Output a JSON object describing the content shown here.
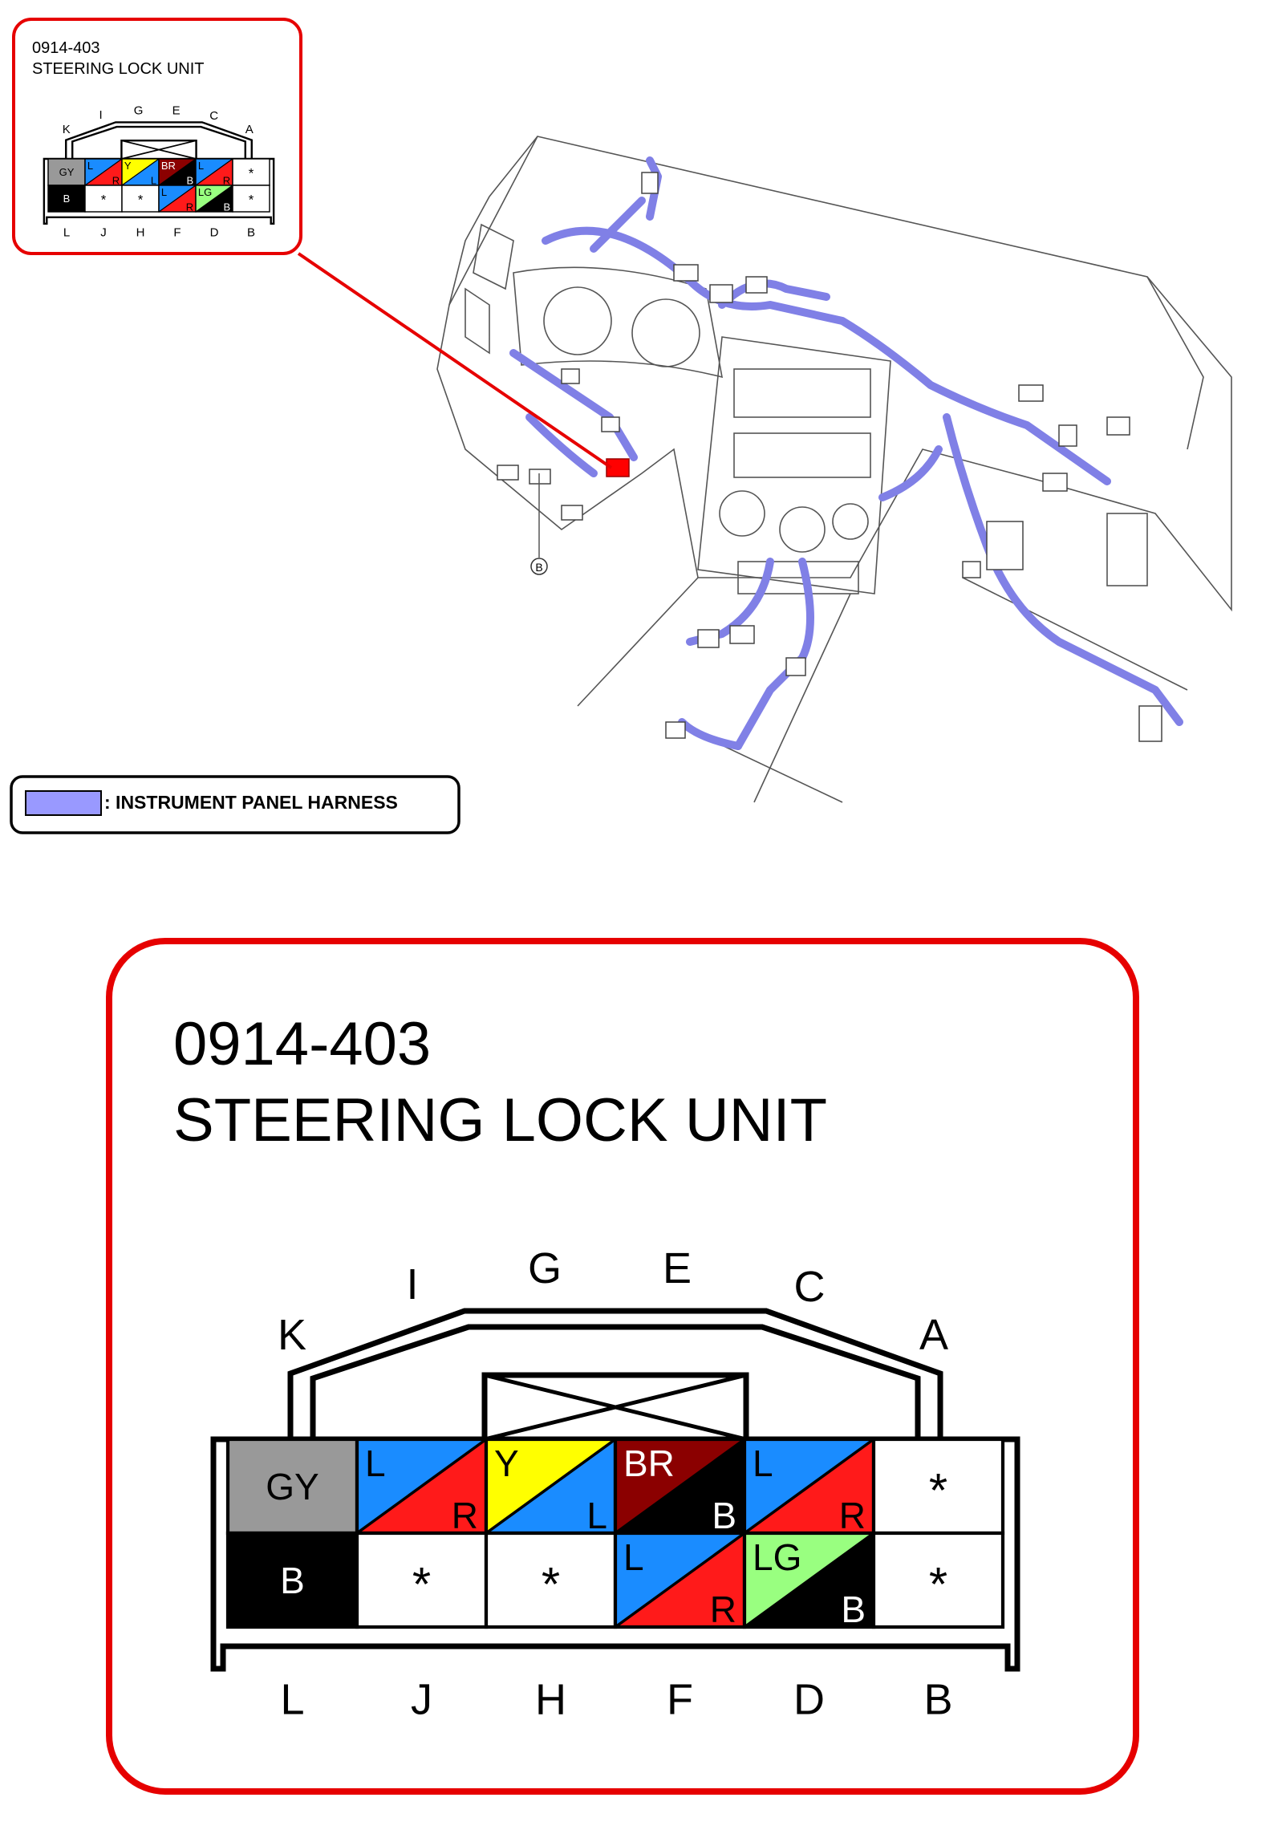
{
  "connector": {
    "code": "0914-403",
    "name": "STEERING LOCK UNIT",
    "top_labels": [
      "K",
      "I",
      "G",
      "E",
      "C",
      "A"
    ],
    "bottom_labels": [
      "L",
      "J",
      "H",
      "F",
      "D",
      "B"
    ],
    "rows": [
      [
        {
          "type": "solid",
          "color": "#999999",
          "label": "GY",
          "text_color": "#000000"
        },
        {
          "type": "split",
          "color_top": "#1a8cff",
          "color_bottom": "#ff1a1a",
          "label_top": "L",
          "label_bottom": "R",
          "text_top": "#000000",
          "text_bottom": "#000000"
        },
        {
          "type": "split",
          "color_top": "#ffff00",
          "color_bottom": "#1a8cff",
          "label_top": "Y",
          "label_bottom": "L",
          "text_top": "#000000",
          "text_bottom": "#000000"
        },
        {
          "type": "split",
          "color_top": "#8b0000",
          "color_bottom": "#000000",
          "label_top": "BR",
          "label_bottom": "B",
          "text_top": "#ffffff",
          "text_bottom": "#ffffff"
        },
        {
          "type": "split",
          "color_top": "#1a8cff",
          "color_bottom": "#ff1a1a",
          "label_top": "L",
          "label_bottom": "R",
          "text_top": "#000000",
          "text_bottom": "#000000"
        },
        {
          "type": "empty",
          "label": "*"
        }
      ],
      [
        {
          "type": "solid",
          "color": "#000000",
          "label": "B",
          "text_color": "#ffffff"
        },
        {
          "type": "empty",
          "label": "*"
        },
        {
          "type": "empty",
          "label": "*"
        },
        {
          "type": "split",
          "color_top": "#1a8cff",
          "color_bottom": "#ff1a1a",
          "label_top": "L",
          "label_bottom": "R",
          "text_top": "#000000",
          "text_bottom": "#000000"
        },
        {
          "type": "split",
          "color_top": "#99ff80",
          "color_bottom": "#000000",
          "label_top": "LG",
          "label_bottom": "B",
          "text_top": "#000000",
          "text_bottom": "#ffffff"
        },
        {
          "type": "empty",
          "label": "*"
        }
      ]
    ]
  },
  "legend": {
    "label": ": INSTRUMENT PANEL HARNESS",
    "swatch_color": "#9999ff"
  },
  "ground_marker": "B",
  "colors": {
    "frame_red": "#e60000",
    "harness": "#8080e6",
    "highlight": "#ff0000"
  }
}
